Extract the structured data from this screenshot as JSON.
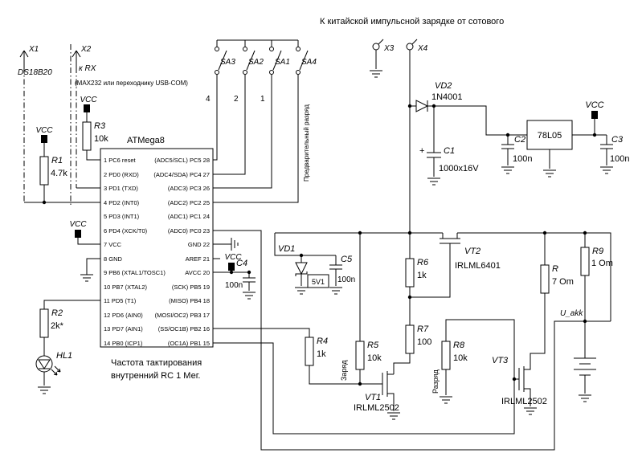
{
  "title": "К китайской импульсной зарядке от сотового",
  "connectors": {
    "x1": "X1",
    "x1_device": "DS18B20",
    "x2": "X2",
    "x2_target": "к  RX",
    "x2_note": "(МАХ232 или переходнику USB-COM)",
    "x3": "X3",
    "x4": "X4"
  },
  "labels": {
    "vcc": "VCC",
    "charge": "Заряд",
    "discharge": "Разряд",
    "u_akk": "U_akk"
  },
  "switches": {
    "sa3": "SA3",
    "sa2": "SA2",
    "sa1": "SA1",
    "sa4": "SA4",
    "bit4": "4",
    "bit2": "2",
    "bit1": "1",
    "pre_discharge": "Предварительный разряд"
  },
  "mcu": {
    "name": "ATMega8",
    "note1": "Частота тактирования",
    "note2": "внутренний RC 1 Мег.",
    "left_pins": [
      "1 PC6 reset",
      "2 PD0 (RXD)",
      "3 PD1 (TXD)",
      "4 PD2 (INT0)",
      "5 PD3 (INT1)",
      "6 PD4 (XCK/T0)",
      "7 VCC",
      "8 GND",
      "9 PB6 (XTAL1/TOSC1)",
      "10 PB7 (XTAL2)",
      "11 PD5 (T1)",
      "12 PD6 (AIN0)",
      "13 PD7 (AIN1)",
      "14 PB0 (ICP1)"
    ],
    "right_pins": [
      "(ADC5/SCL) PC5 28",
      "(ADC4/SDA) PC4 27",
      "(ADC3) PC3 26",
      "(ADC2) PC2 25",
      "(ADC1) PC1 24",
      "(ADC0) PC0 23",
      "GND 22",
      "AREF 21",
      "AVCC 20",
      "(SCK) PB5 19",
      "(MISO) PB4 18",
      "(MOSI/OC2) PB3 17",
      "(SS/OC1B) PB2 16",
      "(OC1A) PB1 15"
    ]
  },
  "parts": {
    "r1": {
      "ref": "R1",
      "val": "4.7k"
    },
    "r2": {
      "ref": "R2",
      "val": "2k*"
    },
    "r3": {
      "ref": "R3",
      "val": "10k"
    },
    "r4": {
      "ref": "R4",
      "val": "1k"
    },
    "r5": {
      "ref": "R5",
      "val": "10k"
    },
    "r6": {
      "ref": "R6",
      "val": "1k"
    },
    "r7": {
      "ref": "R7",
      "val": "100"
    },
    "r8": {
      "ref": "R8",
      "val": "10k"
    },
    "r": {
      "ref": "R",
      "val": "7 Om"
    },
    "r9": {
      "ref": "R9",
      "val": "1 Om"
    },
    "c1": {
      "ref": "C1",
      "val": "1000x16V",
      "plus": "+"
    },
    "c2": {
      "ref": "C2",
      "val": "100n"
    },
    "c3": {
      "ref": "C3",
      "val": "100n"
    },
    "c4": {
      "ref": "C4",
      "val": "100n"
    },
    "c5": {
      "ref": "C5",
      "val": "100n"
    },
    "vd1": {
      "ref": "VD1",
      "val": "5V1"
    },
    "vd2": {
      "ref": "VD2",
      "val": "1N4001"
    },
    "vt1": {
      "ref": "VT1",
      "val": "IRLML2502"
    },
    "vt2": {
      "ref": "VT2",
      "val": "IRLML6401"
    },
    "vt3": {
      "ref": "VT3",
      "val": "IRLML2502"
    },
    "reg": {
      "ref": "78L05"
    },
    "hl1": {
      "ref": "HL1"
    }
  }
}
